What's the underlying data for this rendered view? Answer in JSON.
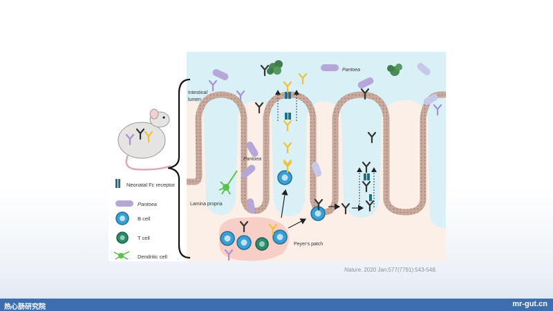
{
  "diagram": {
    "labels": {
      "intestinal_lumen_line1": "Intestinal",
      "intestinal_lumen_line2": "lumen",
      "lamina_propria": "Lamina propria",
      "peyers_patch": "Peyer's patch",
      "pantoea_top": "Pantoea",
      "pantoea_villus": "Pantoea"
    },
    "legend": {
      "items": [
        {
          "icon": "fc-receptor-icon",
          "label": "Neonatal Fc receptor"
        },
        {
          "icon": "bacterium-icon",
          "label": "Pantoea"
        },
        {
          "icon": "b-cell-icon",
          "label": "B cell"
        },
        {
          "icon": "t-cell-icon",
          "label": "T cell"
        },
        {
          "icon": "dendritic-cell-icon",
          "label": "Dendritic cell"
        }
      ]
    },
    "colors": {
      "lumen": "#d9f0f7",
      "lamina": "#fcefe8",
      "epithelium": "#c9a99c",
      "bacterium": "#b6a7d8",
      "antibody_yellow": "#f2c233",
      "antibody_black": "#333333",
      "antibody_purple": "#a98fd6",
      "b_cell": "#3a9fd2",
      "t_cell": "#2d8a6a",
      "dendritic": "#5cc24a",
      "fc_receptor": "#1f6f8b"
    }
  },
  "citation": {
    "journal": "Nature",
    "rest": ". 2020 Jan;577(7791):543-548."
  },
  "footer": {
    "left": "热心肠研究院",
    "right": "mr-gut.cn"
  }
}
